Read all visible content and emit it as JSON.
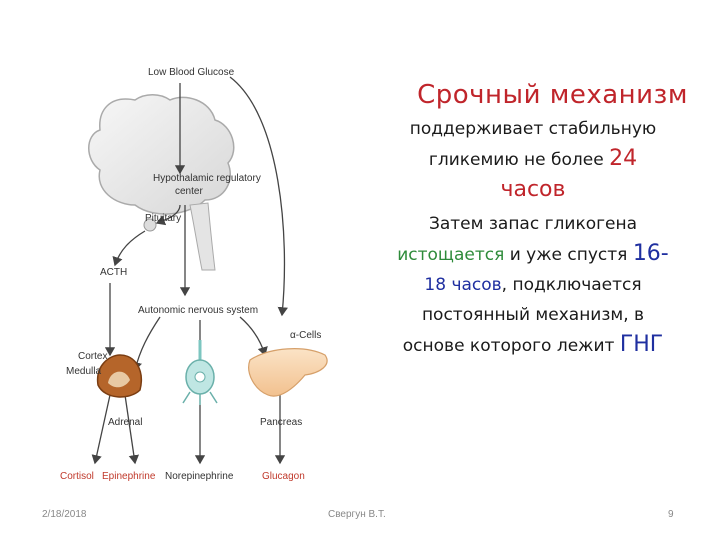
{
  "diagram": {
    "low_blood_glucose": "Low Blood Glucose",
    "hypothalamic_1": "Hypothalamic regulatory",
    "hypothalamic_2": "center",
    "pituitary": "Pituitary",
    "acth": "ACTH",
    "autonomic": "Autonomic nervous system",
    "alpha_cells": "α-Cells",
    "cortex": "Cortex",
    "medulla": "Medulla",
    "adrenal": "Adrenal",
    "pancreas": "Pancreas",
    "cortisol": "Cortisol",
    "epinephrine": "Epinephrine",
    "norepinephrine": "Norepinephrine",
    "glucagon": "Glucagon"
  },
  "text": {
    "title": "Срочный механизм",
    "l1": "поддерживает стабильную",
    "l2a": "гликемию не более",
    "l2b": "24",
    "l3": "часов",
    "l4": "Затем запас гликогена",
    "l5a": "истощается",
    "l5b": " и уже спустя ",
    "l5c": "16-",
    "l6a": "18 часов",
    "l6b": ", подключается",
    "l7": "постоянный механизм, в",
    "l8a": "основе которого лежит",
    "l8b": "ГНГ"
  },
  "footer": {
    "date": "2/18/2018",
    "author": "Свергун В.Т.",
    "page": "9"
  },
  "colors": {
    "accent_red": "#c0252b",
    "green": "#2e8b3a",
    "blue": "#1f2fa0"
  }
}
